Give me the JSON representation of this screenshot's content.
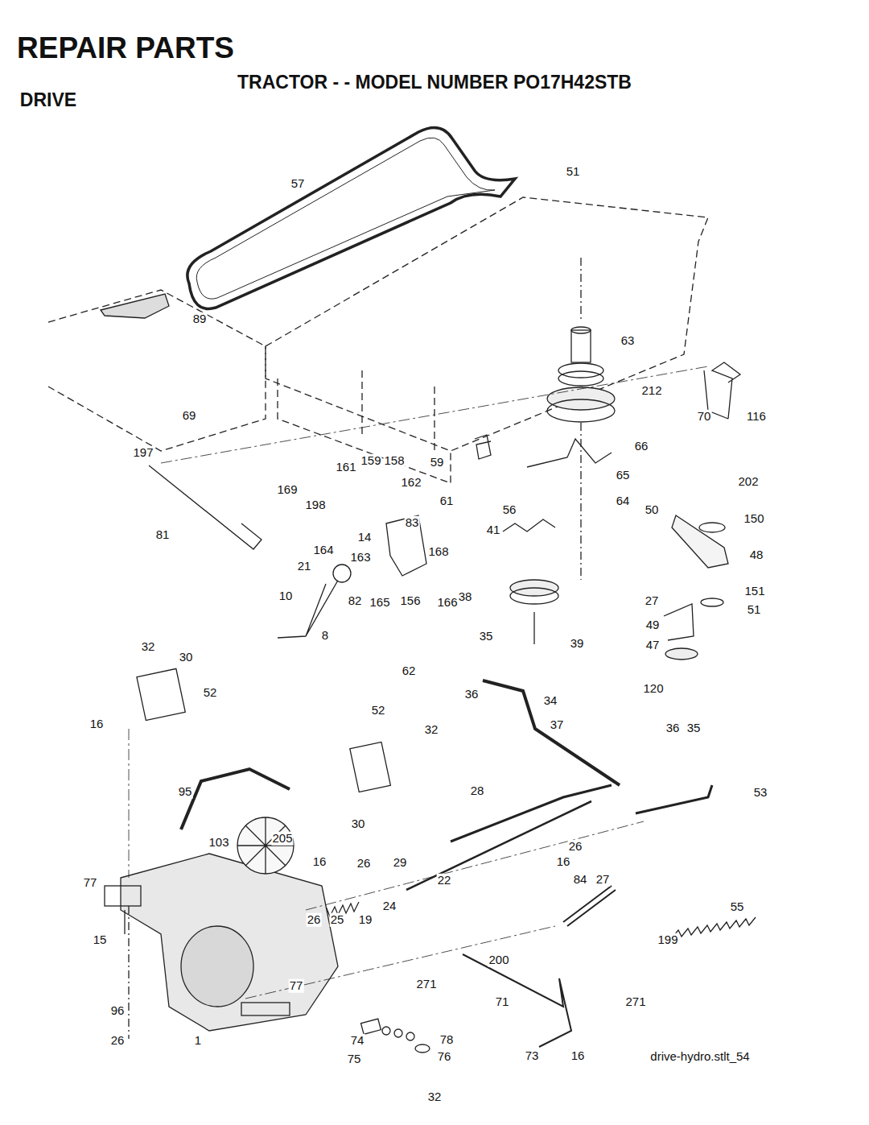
{
  "diagram": {
    "title": "REPAIR PARTS",
    "labels": [
      "TRACTOR - - MODEL NUMBER PO17H42STB",
      "DRIVE",
      "57",
      "51",
      "89",
      "63",
      "212",
      "69",
      "70",
      "116",
      "197",
      "161",
      "159",
      "158",
      "59",
      "66",
      "65",
      "202",
      "169",
      "162",
      "198",
      "61",
      "56",
      "64",
      "50",
      "150",
      "14",
      "83",
      "41",
      "81",
      "164",
      "168",
      "48",
      "163",
      "21",
      "10",
      "82",
      "165",
      "156",
      "166",
      "38",
      "27",
      "151",
      "49",
      "51",
      "8",
      "35",
      "39",
      "47",
      "32",
      "30",
      "62",
      "52",
      "36",
      "34",
      "120",
      "16",
      "52",
      "32",
      "37",
      "36",
      "35",
      "95",
      "28",
      "53",
      "30",
      "103",
      "205",
      "26",
      "16",
      "26",
      "29",
      "16",
      "84",
      "27",
      "77",
      "22",
      "55",
      "26",
      "25",
      "19",
      "24",
      "15",
      "199",
      "200",
      "271",
      "77",
      "71",
      "271",
      "96",
      "78",
      "26",
      "1",
      "74",
      "76",
      "75",
      "73",
      "16",
      "drive-hydro.stlt_54",
      "32"
    ]
  }
}
